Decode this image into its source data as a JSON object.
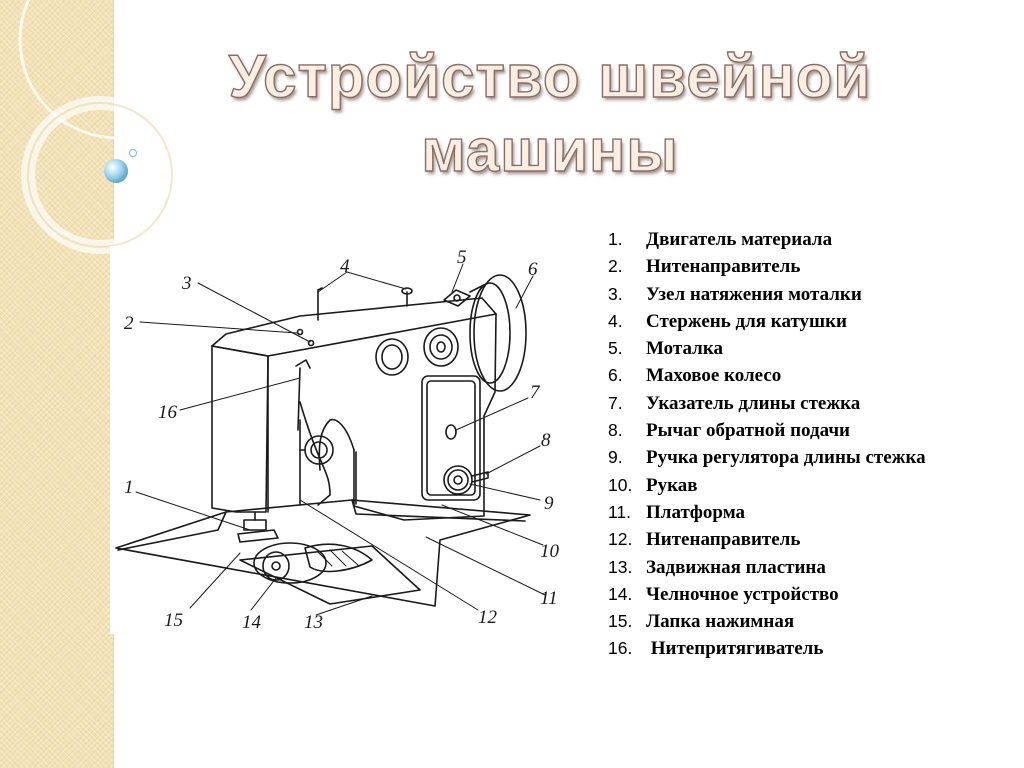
{
  "title": {
    "line1": "Устройство швейной",
    "line2": "машины"
  },
  "colors": {
    "side_band": "#f3e2b6",
    "title_fill": "#fbefe4",
    "title_outline": "#8a6e66",
    "bubble": "#9fd3ee",
    "line_art": "#1a1a1a"
  },
  "diagram": {
    "callouts": [
      "1",
      "2",
      "3",
      "4",
      "5",
      "6",
      "7",
      "8",
      "9",
      "10",
      "11",
      "12",
      "13",
      "14",
      "15",
      "16"
    ]
  },
  "legend": {
    "items": [
      {
        "num": "1.",
        "text": "Двигатель материала"
      },
      {
        "num": "2.",
        "text": "Нитенаправитель"
      },
      {
        "num": "3.",
        "text": "Узел натяжения моталки"
      },
      {
        "num": "4.",
        "text": "Стержень для катушки"
      },
      {
        "num": "5.",
        "text": "Моталка"
      },
      {
        "num": "6.",
        "text": "Маховое колесо"
      },
      {
        "num": "7.",
        "text": "Указатель длины стежка"
      },
      {
        "num": "8.",
        "text": "Рычаг обратной подачи"
      },
      {
        "num": "9.",
        "text": "Ручка регулятора длины стежка"
      },
      {
        "num": "10.",
        "text": "Рукав"
      },
      {
        "num": "11.",
        "text": "Платформа"
      },
      {
        "num": "12.",
        "text": "Нитенаправитель"
      },
      {
        "num": "13.",
        "text": "Задвижная пластина"
      },
      {
        "num": "14.",
        "text": "Челночное устройство"
      },
      {
        "num": "15.",
        "text": "Лапка нажимная"
      },
      {
        "num": "16.",
        "text": " Нитепритягиватель"
      }
    ]
  }
}
